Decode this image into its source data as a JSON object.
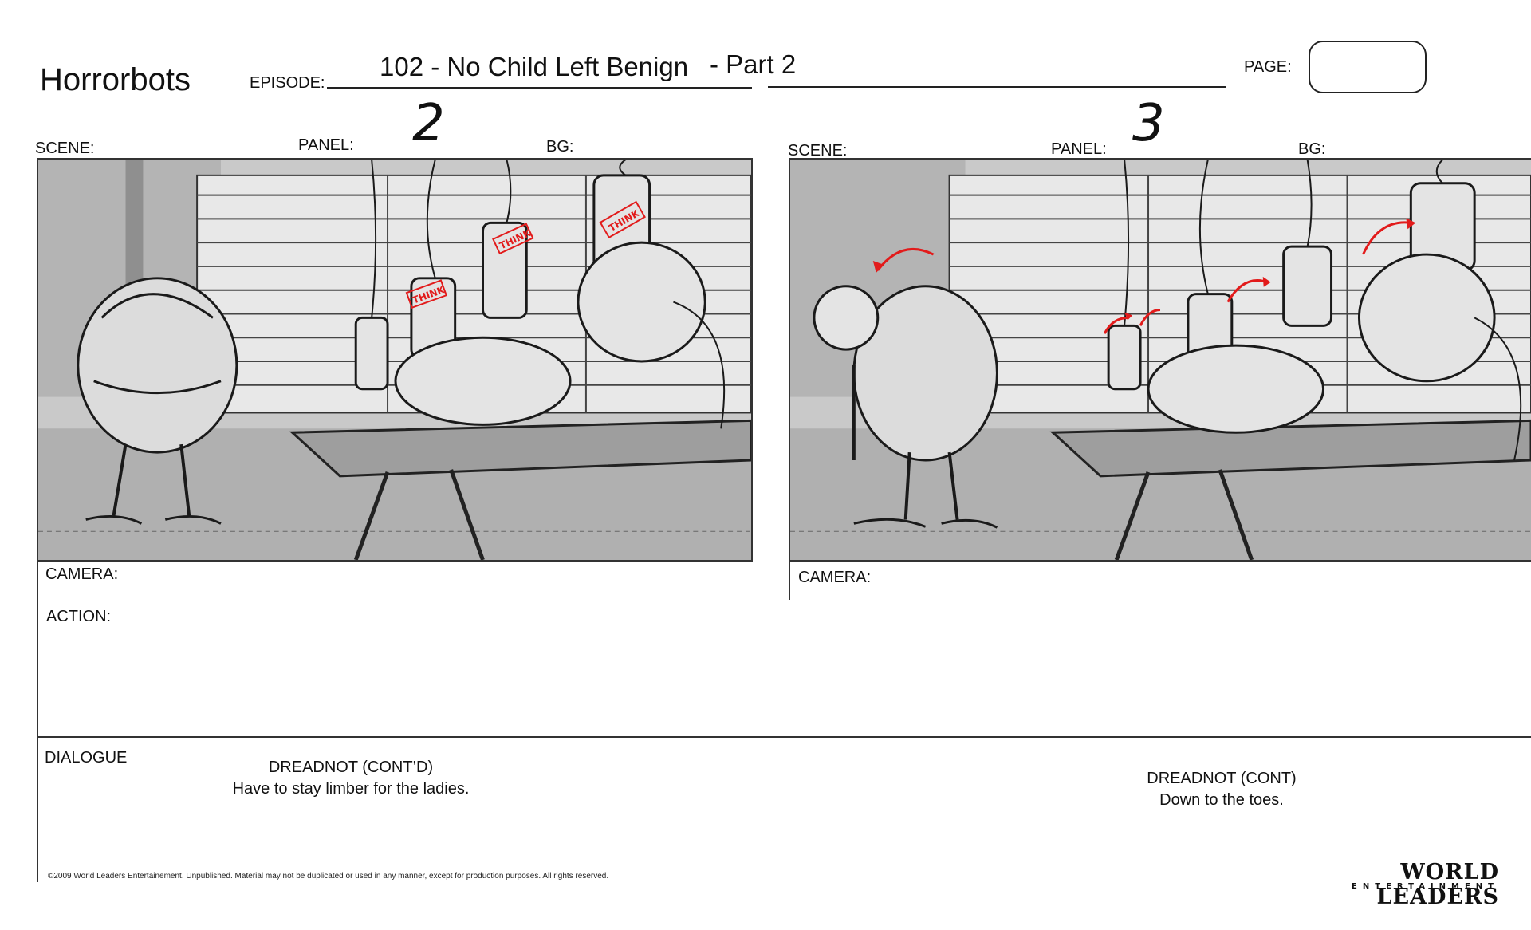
{
  "header": {
    "show_title": "Horrorbots",
    "episode_label": "EPISODE:",
    "episode_value": "102 - No Child Left Benign",
    "episode_part": "- Part 2",
    "page_label": "PAGE:",
    "page_value": ""
  },
  "panels": [
    {
      "number": "2",
      "scene_label": "SCENE:",
      "panel_label": "PANEL:",
      "bg_label": "BG:",
      "camera_label": "CAMERA:",
      "action_label": "ACTION:",
      "dialogue": {
        "character": "DREADNOT (CONT’D)",
        "line": "Have to stay limber for the ladies."
      },
      "sfx": [
        "THINK",
        "THINK",
        "THINK"
      ]
    },
    {
      "number": "3",
      "scene_label": "SCENE:",
      "panel_label": "PANEL:",
      "bg_label": "BG:",
      "camera_label": "CAMERA:",
      "dialogue": {
        "character": "DREADNOT (CONT)",
        "line": "Down to the toes."
      }
    }
  ],
  "dialogue_label": "DIALOGUE",
  "footer": {
    "copyright": "©2009 World Leaders Entertainement.  Unpublished. Material may not be duplicated or used in any manner, except for production purposes. All rights reserved.",
    "logo_main": "WORLD LEADERS",
    "logo_sub": "ENTERTAINMENT"
  },
  "colors": {
    "accent_red": "#e21b1b",
    "sketch_line": "#1a1a1a",
    "panel_gray": "#cfcfcf"
  }
}
